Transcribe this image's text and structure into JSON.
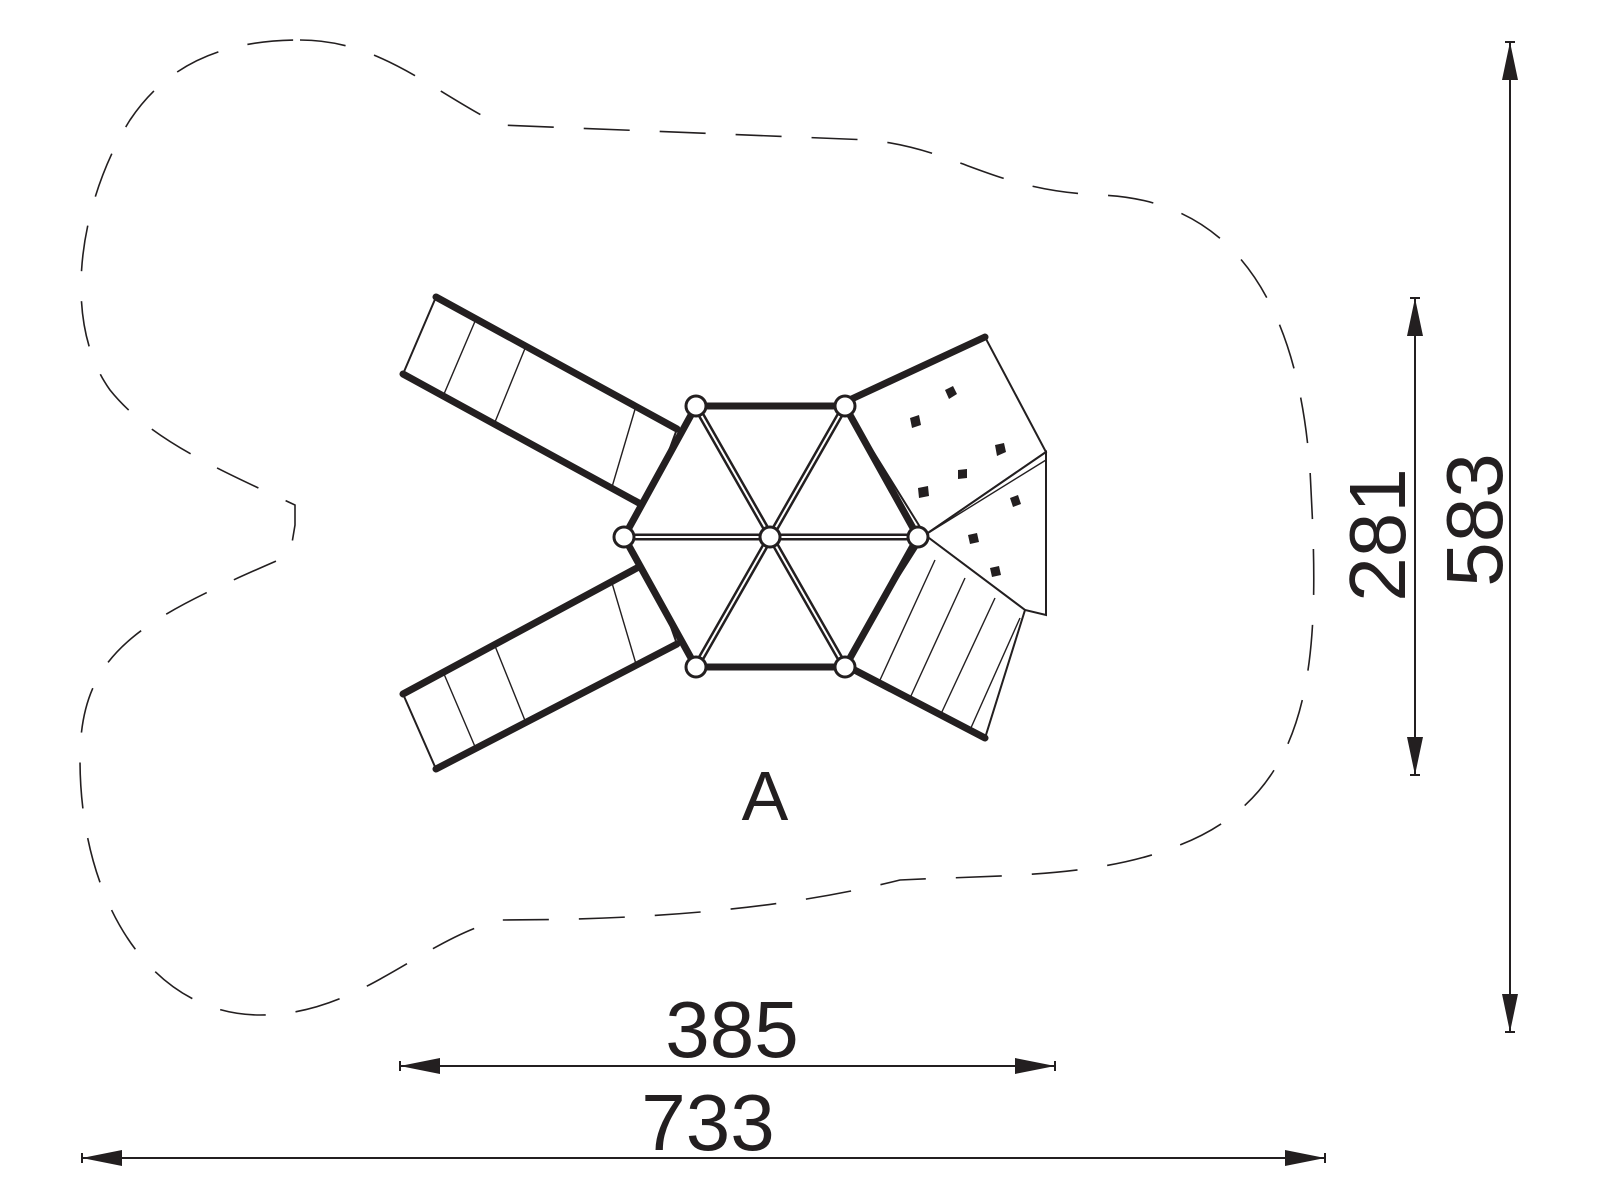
{
  "dimensions": {
    "depth_total": "583",
    "depth_equipment": "281",
    "width_equipment": "385",
    "width_total": "733"
  },
  "zone_label": "A"
}
